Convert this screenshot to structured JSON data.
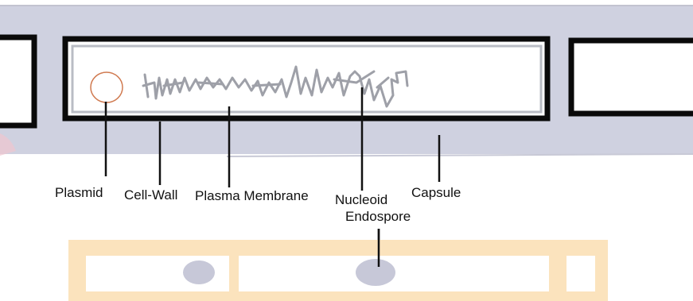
{
  "labels": {
    "plasmid": "Plasmid",
    "cell_wall": "Cell-Wall",
    "plasma_membrane": "Plasma Membrane",
    "nucleoid": "Nucleoid",
    "endospore": "Endospore",
    "capsule": "Capsule"
  },
  "colors": {
    "capsule_band": "#cfd1e0",
    "cell_wall_outline": "#0a0a0a",
    "membrane_outline": "#b9bcc4",
    "nucleoid_scribble": "#9ea0a8",
    "plasmid_ring": "#d07a50",
    "endospore_band": "#fbe3bd",
    "spore_body": "#ffffff",
    "spore_grey": "#c7c8d8"
  }
}
